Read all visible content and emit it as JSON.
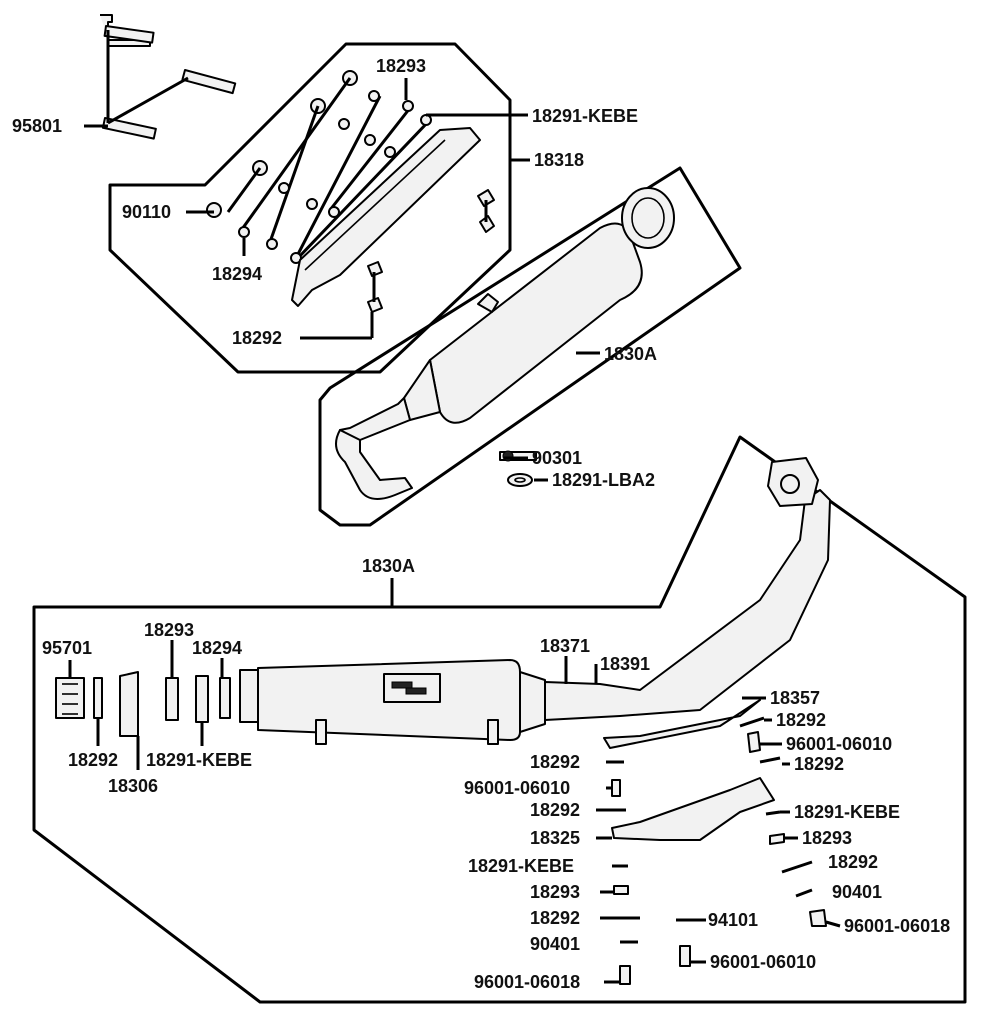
{
  "colors": {
    "ink": "#000000",
    "background": "#ffffff",
    "part_fill": "#f2f2f2"
  },
  "labels": {
    "l95801": "95801",
    "l18293a": "18293",
    "l18291kebe_a": "18291-KEBE",
    "l18318": "18318",
    "l90110": "90110",
    "l18294a": "18294",
    "l18292a": "18292",
    "l1830a_a": "1830A",
    "l90301": "90301",
    "l18291lba2": "18291-LBA2",
    "l1830a_b": "1830A",
    "l95701": "95701",
    "l18293b": "18293",
    "l18294b": "18294",
    "l18292b": "18292",
    "l18291kebe_b": "18291-KEBE",
    "l18306": "18306",
    "l18371": "18371",
    "l18391": "18391",
    "l18357": "18357",
    "l18292c": "18292",
    "l96001_06010a": "96001-06010",
    "l18292d": "18292",
    "l18292e": "18292",
    "l96001_06010b": "96001-06010",
    "l18292f": "18292",
    "l18291kebe_c": "18291-KEBE",
    "l18325": "18325",
    "l18293c": "18293",
    "l18291kebe_d": "18291-KEBE",
    "l18292g": "18292",
    "l18293d": "18293",
    "l90401a": "90401",
    "l18292h": "18292",
    "l94101": "94101",
    "l96001_06018a": "96001-06018",
    "l90401b": "90401",
    "l96001_06010c": "96001-06010",
    "l96001_06018b": "96001-06018"
  }
}
